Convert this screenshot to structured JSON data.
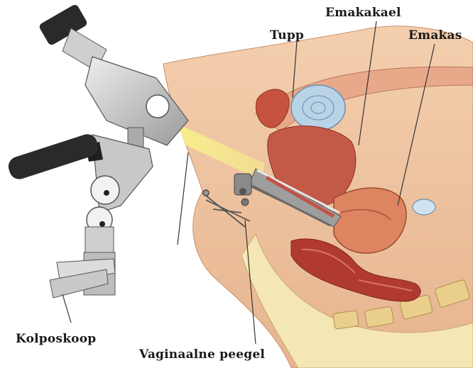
{
  "labels": {
    "tupp": "Tupp",
    "emakakael": "Emakakael",
    "emakas": "Emakas",
    "kolposkoop": "Kolposkoop",
    "vaginaalne_peegel": "Vaginaalne peegel"
  },
  "colors": {
    "skin": "#f1c9a6",
    "skin_shadow": "#d9a480",
    "tissue_pink": "#efb896",
    "muscle_red": "#b8453a",
    "uterus": "#d97a55",
    "bladder_blue": "#b9d3e6",
    "bone": "#f6e9b8",
    "metal_light": "#d8d8d8",
    "metal_dark": "#7a7a7a",
    "light_beam": "#f6ee8e",
    "line": "#333333"
  }
}
